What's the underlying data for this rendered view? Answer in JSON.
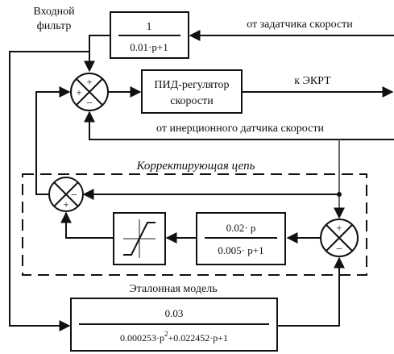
{
  "labels": {
    "input_filter": [
      "Входной",
      "фильтр"
    ],
    "from_speed_setter": "от задатчика скорости",
    "to_drive": "к ЭКРТ",
    "from_inertial_sensor": "от инерционного датчика скорости",
    "correcting_circuit": "Корректирующая цепь",
    "reference_model": "Эталонная модель"
  },
  "blocks": {
    "input_filter": {
      "num": "1",
      "den": "0.01·p+1"
    },
    "pid": [
      "ПИД-регулятор",
      "скорости"
    ],
    "correction_tf": {
      "num": "0.02· p",
      "den": "0.005· p+1"
    },
    "reference_model": {
      "num": "0.03",
      "den_a": "0.000253·p",
      "den_sq": "2",
      "den_b": "+0.022452·p+1"
    }
  },
  "signs": {
    "sum_main_top": "+",
    "sum_main_left": "+",
    "sum_main_bottom": "−",
    "sum_corr_right": "−",
    "sum_corr_bottom": "+",
    "sum_ref_top": "+",
    "sum_ref_bottom": "−"
  }
}
